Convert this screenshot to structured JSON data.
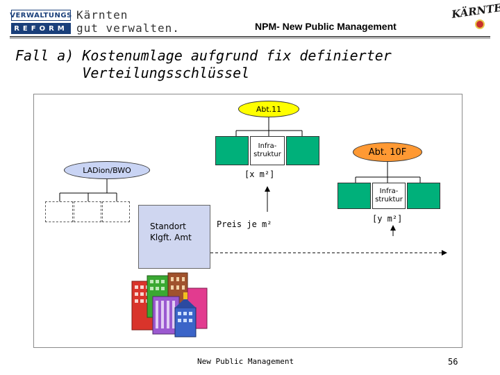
{
  "header": {
    "logo_top": "VERWALTUNGS",
    "logo_bottom": "REFORM",
    "logo_text_1": "Kärnten",
    "logo_text_2": "gut verwalten.",
    "title": "NPM- New Public Management",
    "brand": "KÄRNTEN"
  },
  "slide": {
    "title_line1": "Fall a) Kostenumlage aufgrund fix definierter",
    "title_line2": "        Verteilungsschlüssel"
  },
  "diagram": {
    "abt11": "Abt.11",
    "infra1": "Infra-\nstruktur",
    "abt10": "Abt. 10F",
    "ladion": "LADion/BWO",
    "x_m2": "[x m²]",
    "infra2": "Infra-\nstruktur",
    "standort_line1": "Standort",
    "standort_line2": "Klgft. Amt",
    "preis": "Preis je m²",
    "y_m2": "[y m²]"
  },
  "colors": {
    "yellow": "#ffff00",
    "orange": "#ff9933",
    "green": "#00b07a",
    "lavender": "#c9d4f4",
    "navy": "#1a3f7a"
  },
  "footer": {
    "text": "New Public Management",
    "page": "56"
  }
}
